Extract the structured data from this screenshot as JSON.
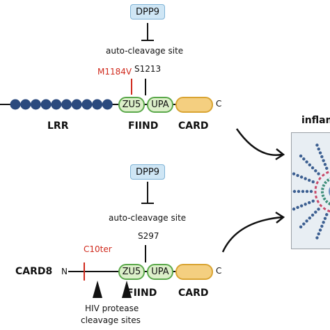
{
  "top": {
    "dpp9": "DPP9",
    "autocleavage": "auto-cleavage site",
    "mutation": "M1184V",
    "site": "S1213",
    "zu5": "ZU5",
    "upa": "UPA",
    "card": "CARD",
    "c_term": "C",
    "lrr": "LRR",
    "fiind": "FIIND"
  },
  "bottom": {
    "dpp9": "DPP9",
    "autocleavage": "auto-cleavage site",
    "site": "S297",
    "c10ter": "C10ter",
    "protein": "CARD8",
    "n_term": "N",
    "zu5": "ZU5",
    "upa": "UPA",
    "card": "CARD",
    "c_term": "C",
    "fiind": "FIIND",
    "hiv_line1": "HIV protease",
    "hiv_line2": "cleavage sites"
  },
  "inset": {
    "title_partial": "inflam"
  },
  "colors": {
    "lrr_bead": "#2b4a7e",
    "red_marker": "#d0291c",
    "fiind_green": "#5aa84a",
    "card_gold": "#d9a432",
    "dpp9_blue": "#7fb3d6"
  }
}
